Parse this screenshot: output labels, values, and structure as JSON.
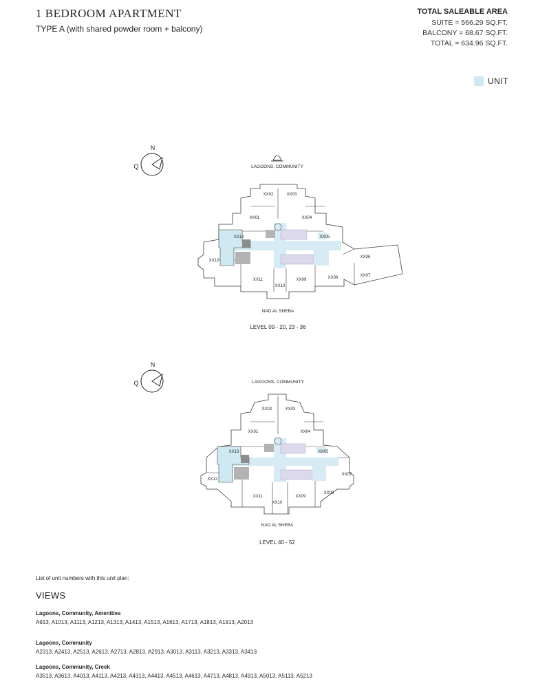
{
  "header": {
    "title": "1 BEDROOM APARTMENT",
    "subtitle": "TYPE A (with shared powder room + balcony)"
  },
  "area": {
    "heading": "TOTAL SALEABLE AREA",
    "suite": "SUITE = 566.29 SQ.FT.",
    "balcony": "BALCONY = 68.67 SQ.FT.",
    "total": "TOTAL = 634.96 SQ.FT."
  },
  "legend": {
    "label": "UNIT",
    "color": "#cfe9f2"
  },
  "compass": {
    "north": "N",
    "west": "Q"
  },
  "plans": [
    {
      "view_top": "LAGOONS, COMMUNITY",
      "view_bottom": "NAD AL SHEBA",
      "level": "LEVEL 09 - 20, 23 - 36",
      "units": [
        "XX01",
        "XX02",
        "XX03",
        "XX04",
        "XX05",
        "XX06",
        "XX07",
        "XX08",
        "XX09",
        "XX10",
        "XX11",
        "XX12",
        "XX13"
      ]
    },
    {
      "view_top": "LAGOONS, COMMUNITY",
      "view_bottom": "NAD AL SHEBA",
      "level": "LEVEL 40 - 52",
      "units": [
        "XX01",
        "XX02",
        "XX03",
        "XX04",
        "XX05",
        "XX07",
        "XX08",
        "XX09",
        "XX10",
        "XX11",
        "XX12",
        "XX13"
      ]
    }
  ],
  "list_intro": "List of unit numbers with this unit plan:",
  "views": {
    "heading": "VIEWS",
    "groups": [
      {
        "title": "Lagoons, Community, Amenities",
        "units": "A913, A1013, A1113, A1213, A1313, A1413, A1513, A1613, A1713, A1813, A1913, A2013"
      },
      {
        "title": "Lagoons, Community",
        "units": "A2313, A2413, A2513, A2613, A2713, A2813, A2913, A3013, A3113, A3213, A3313, A3413"
      },
      {
        "title": "Lagoons, Community, Creek",
        "units": "A3513, A3613, A4013, A4113, A4213, A4313, A4413, A4513, A4613, A4713, A4813, A4913, A5013, A5113, A5213"
      }
    ]
  },
  "colors": {
    "unit_highlight": "#cfe9f2",
    "core_corridor": "#d6ebf3",
    "core_purple": "#ddd9ec",
    "shaft_grey": "#b3b3b3",
    "outline": "#3a3a3a"
  }
}
